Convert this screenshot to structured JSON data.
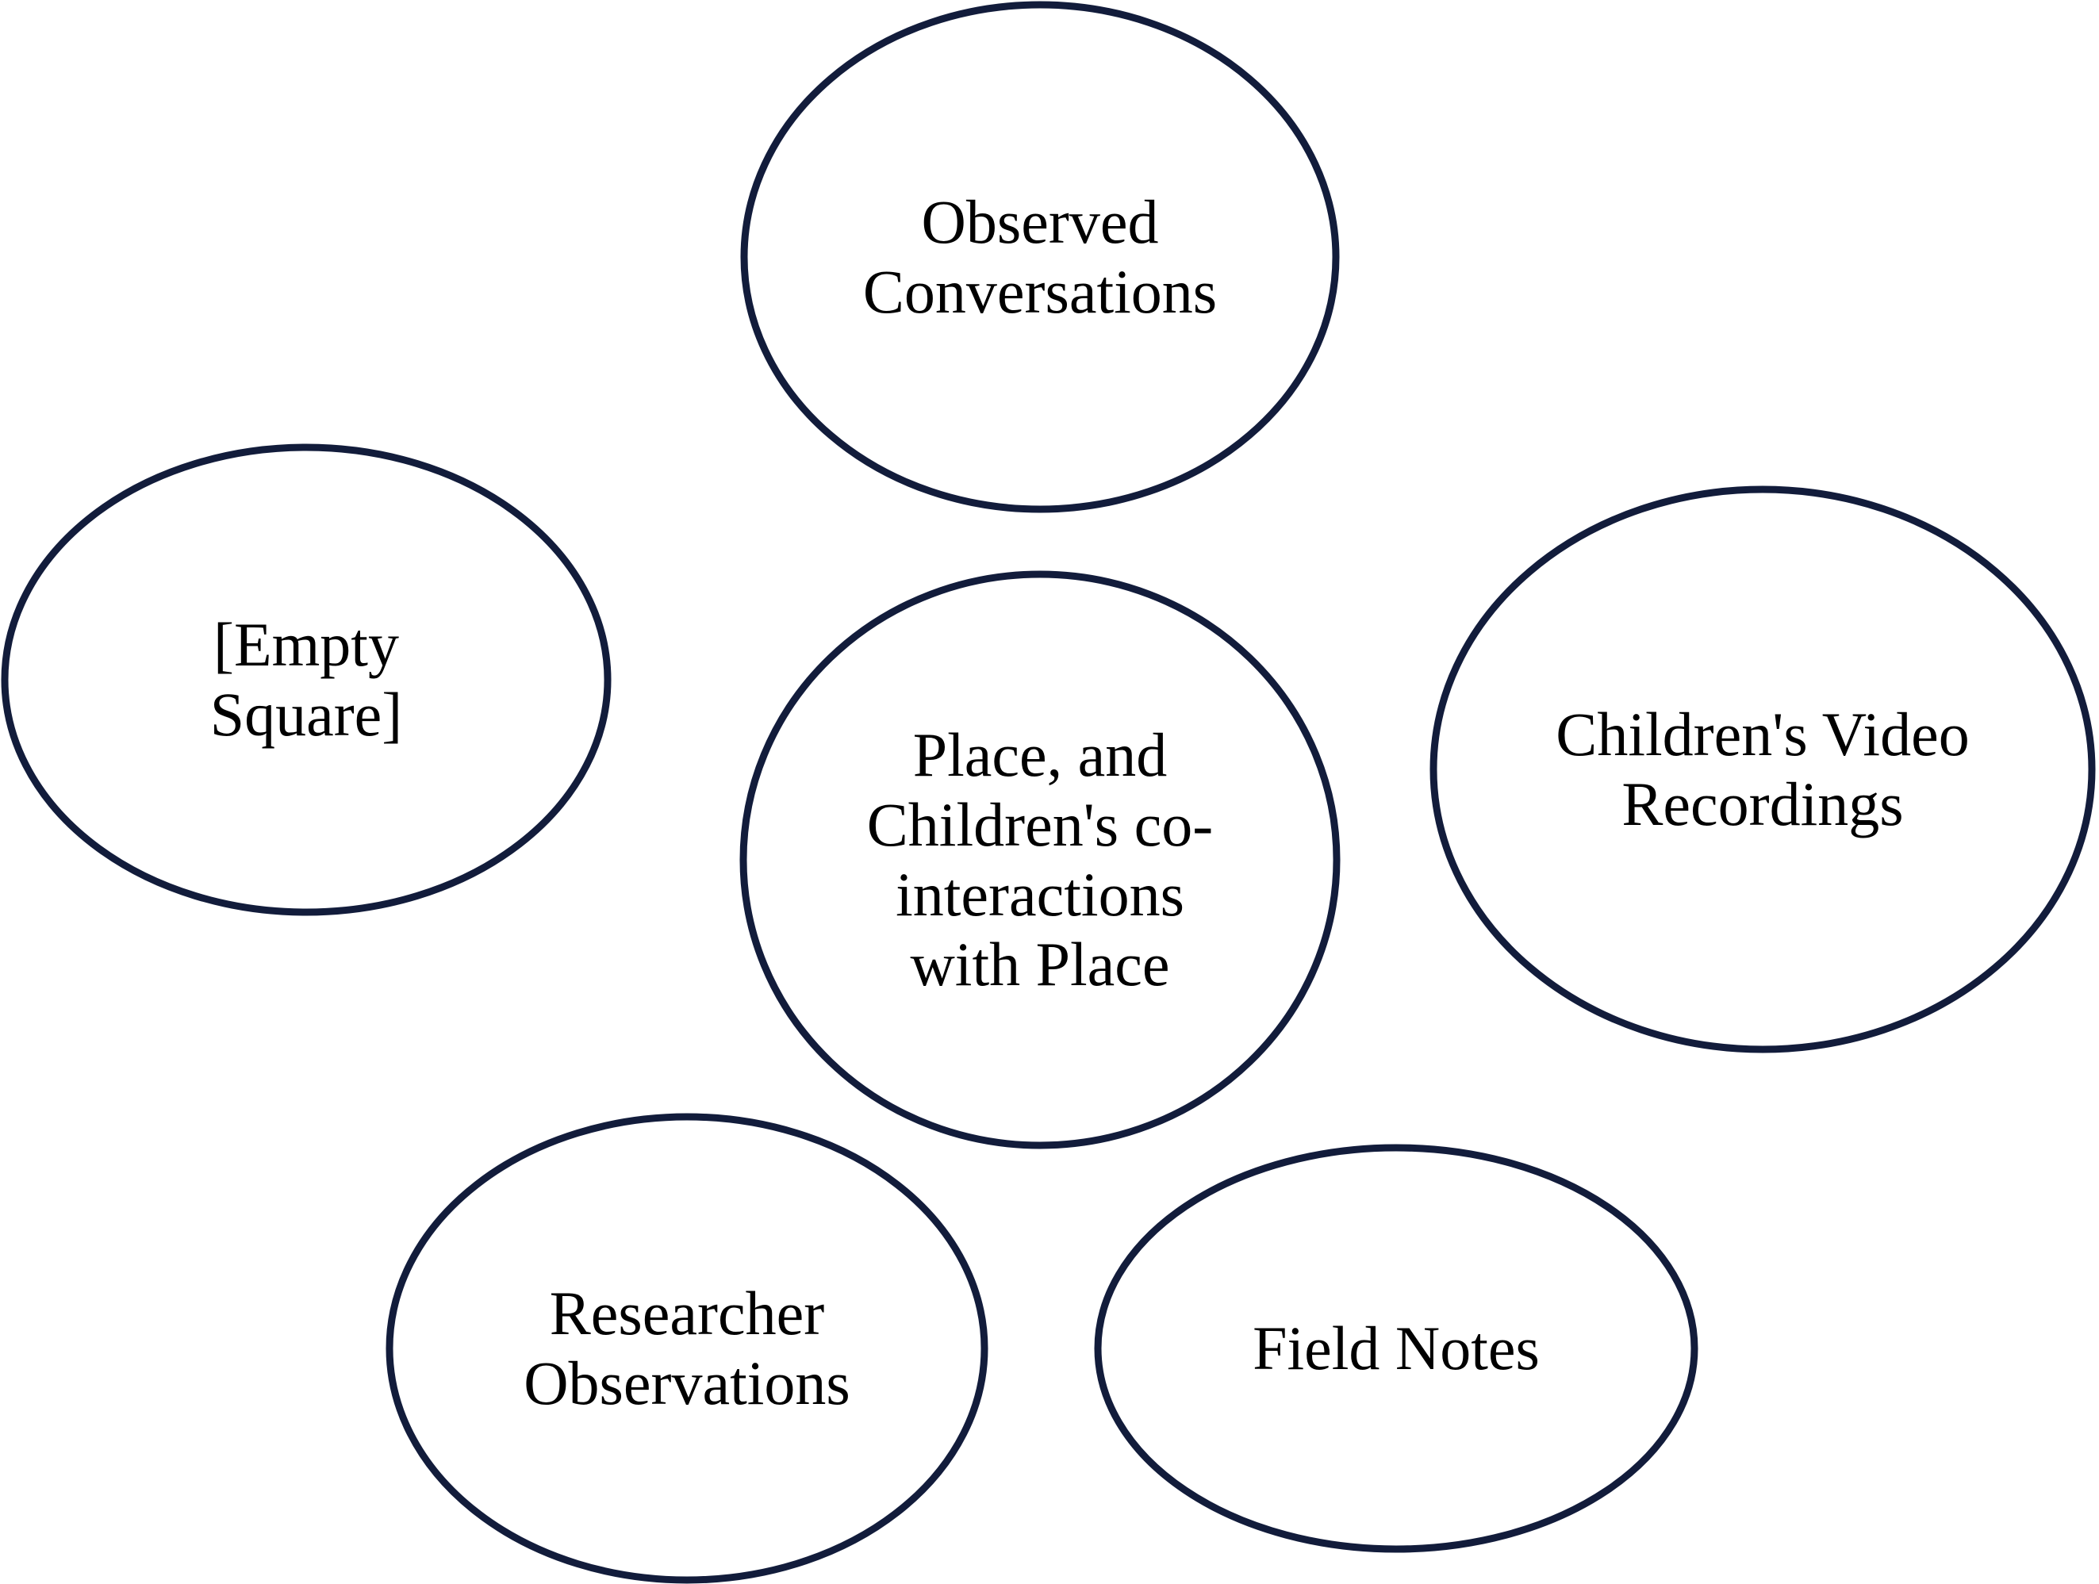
{
  "colors": {
    "stroke": "#121c3b",
    "text": "#000000",
    "background": "#ffffff"
  },
  "nodes": [
    {
      "id": "observed-conversations",
      "lines": [
        "Observed",
        "Conversations"
      ]
    },
    {
      "id": "empty-square",
      "lines": [
        "[Empty",
        "Square]"
      ]
    },
    {
      "id": "place-children",
      "lines": [
        "Place, and",
        "Children's co-",
        "interactions",
        "with Place"
      ]
    },
    {
      "id": "childrens-video",
      "lines": [
        "Children's Video",
        "Recordings"
      ]
    },
    {
      "id": "researcher-observations",
      "lines": [
        "Researcher",
        "Observations"
      ]
    },
    {
      "id": "field-notes",
      "lines": [
        "Field Notes"
      ]
    }
  ]
}
